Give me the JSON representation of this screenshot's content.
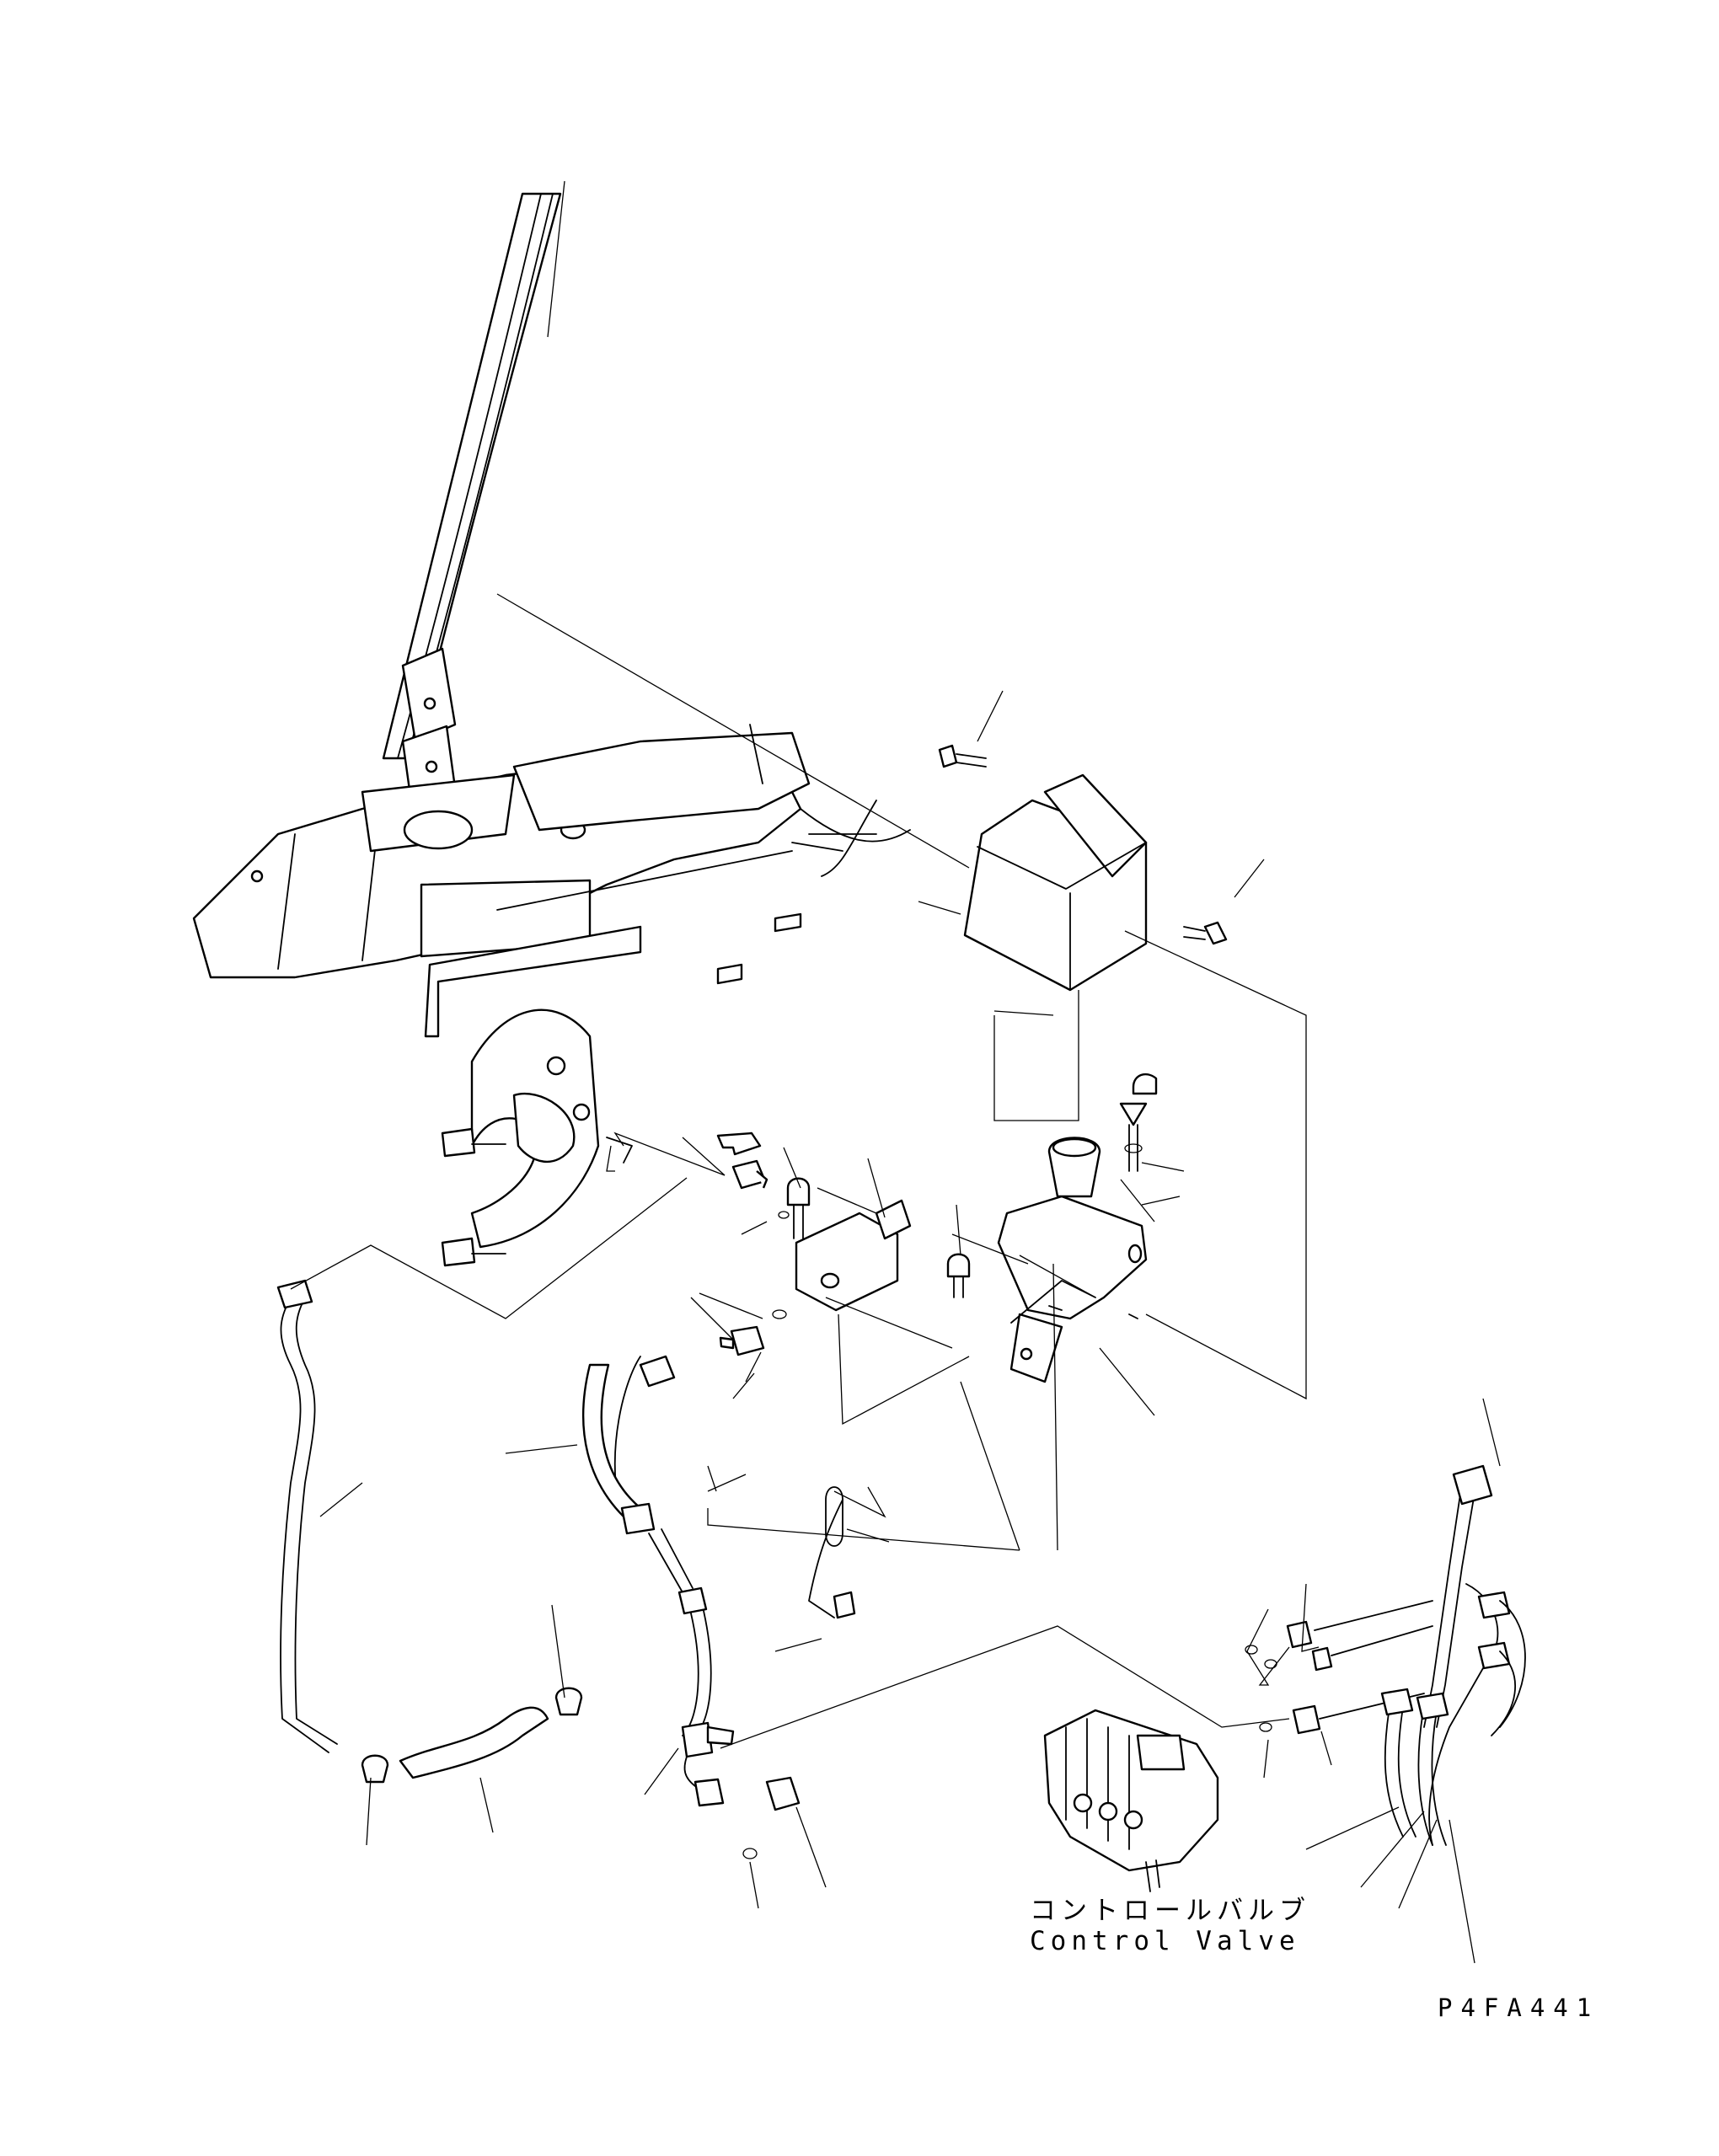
{
  "drawing": {
    "caption_ja": "コントロールバルブ",
    "caption_en": "Control Valve",
    "drawing_code": "P4FA441"
  }
}
